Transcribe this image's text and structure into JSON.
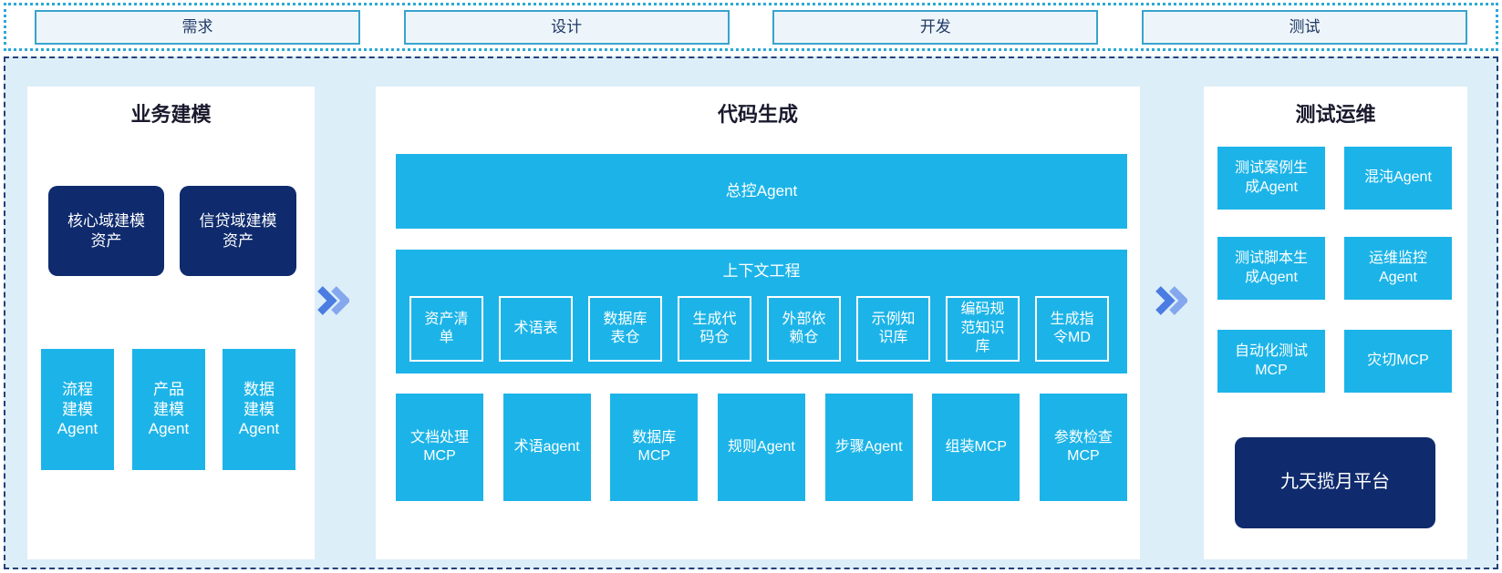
{
  "colors": {
    "cyan": "#1cb4e8",
    "navy": "#0f2b6d",
    "band_background": "#dceef8",
    "phase_fill": "#eef5fa",
    "phase_border": "#38a3cd",
    "dotted_border": "#2ba9d6",
    "dashed_border": "#24407a",
    "arrow_dark": "#4a7ce2",
    "arrow_light": "#84a7ee"
  },
  "phases": [
    {
      "label": "需求"
    },
    {
      "label": "设计"
    },
    {
      "label": "开发"
    },
    {
      "label": "测试"
    }
  ],
  "business_modeling": {
    "title": "业务建模",
    "assets": [
      {
        "label": "核心域建模\n资产"
      },
      {
        "label": "信贷域建模\n资产"
      }
    ],
    "agents": [
      {
        "label": "流程\n建模\nAgent"
      },
      {
        "label": "产品\n建模\nAgent"
      },
      {
        "label": "数据\n建模\nAgent"
      }
    ]
  },
  "code_generation": {
    "title": "代码生成",
    "master_agent": "总控Agent",
    "context_engineering": {
      "title": "上下文工程",
      "items": [
        {
          "label": "资产清\n单"
        },
        {
          "label": "术语表"
        },
        {
          "label": "数据库\n表仓"
        },
        {
          "label": "生成代\n码仓"
        },
        {
          "label": "外部依\n赖仓"
        },
        {
          "label": "示例知\n识库"
        },
        {
          "label": "编码规\n范知识\n库"
        },
        {
          "label": "生成指\n令MD"
        }
      ]
    },
    "tools": [
      {
        "label": "文档处理\nMCP"
      },
      {
        "label": "术语agent"
      },
      {
        "label": "数据库\nMCP"
      },
      {
        "label": "规则Agent"
      },
      {
        "label": "步骤Agent"
      },
      {
        "label": "组装MCP"
      },
      {
        "label": "参数检查\nMCP"
      }
    ]
  },
  "test_ops": {
    "title": "测试运维",
    "boxes": [
      {
        "label": "测试案例生\n成Agent"
      },
      {
        "label": "混沌Agent"
      },
      {
        "label": "测试脚本生\n成Agent"
      },
      {
        "label": "运维监控\nAgent"
      },
      {
        "label": "自动化测试\nMCP"
      },
      {
        "label": "灾切MCP"
      }
    ],
    "platform": "九天揽月平台"
  }
}
